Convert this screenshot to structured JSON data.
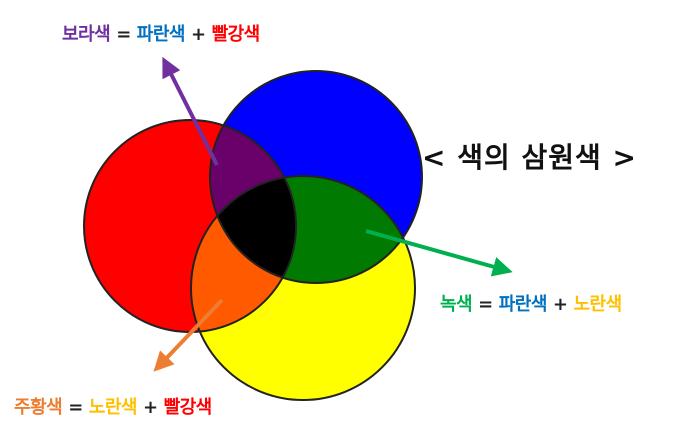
{
  "title": "< 색의 삼원색 >",
  "colors": {
    "red": "#ff0000",
    "blue": "#0000ff",
    "yellow": "#ffff00",
    "purple": "#6a006a",
    "green": "#007a00",
    "orange": "#ff5a00",
    "black": "#000000",
    "label_purple": "#7030a0",
    "label_blue": "#0070c0",
    "label_red": "#ff0000",
    "label_green": "#00b050",
    "label_yellow": "#ffc000",
    "label_orange": "#ed7d31"
  },
  "labels": {
    "purple": {
      "result": "보라색",
      "eq": "=",
      "a": "파란색",
      "plus": "+",
      "b": "빨강색"
    },
    "green": {
      "result": "녹색",
      "eq": "=",
      "a": "파란색",
      "plus": "+",
      "b": "노란색"
    },
    "orange": {
      "result": "주황색",
      "eq": "=",
      "a": "노란색",
      "plus": "+",
      "b": "빨강색"
    }
  }
}
